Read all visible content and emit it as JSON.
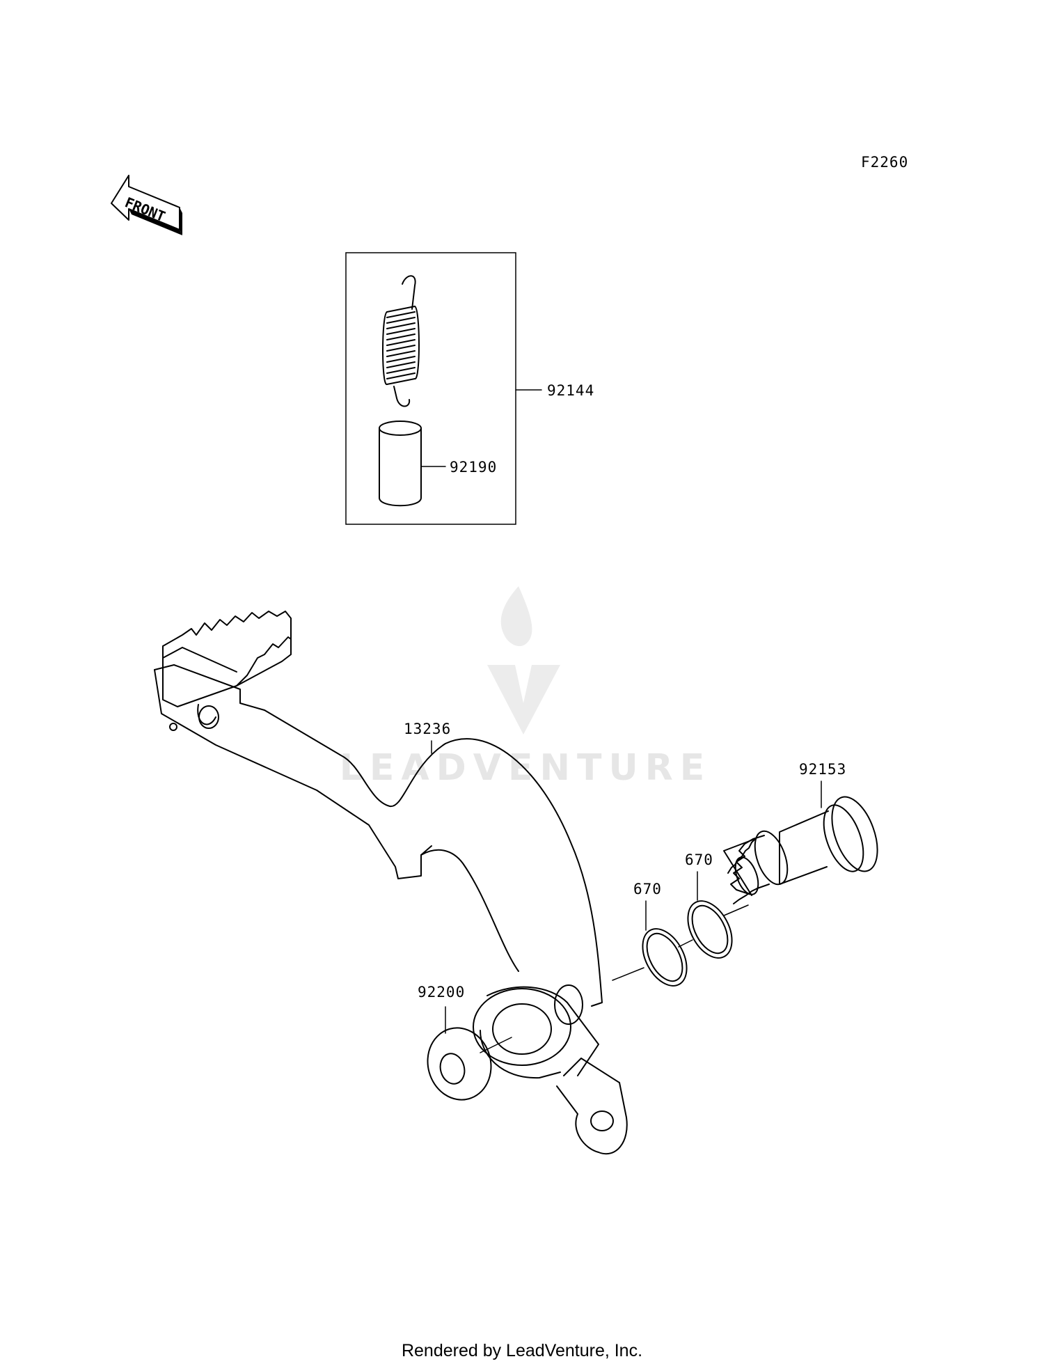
{
  "diagram_code": "F2260",
  "front_arrow_text": "FRONT",
  "watermark": "LEADVENTURE",
  "footer": "Rendered by LeadVenture, Inc.",
  "parts": {
    "kit": "92144",
    "sleeve": "92190",
    "pedal": "13236",
    "shaft_bolt": "92153",
    "oring_left": "670",
    "oring_right": "670",
    "washer": "92200"
  }
}
